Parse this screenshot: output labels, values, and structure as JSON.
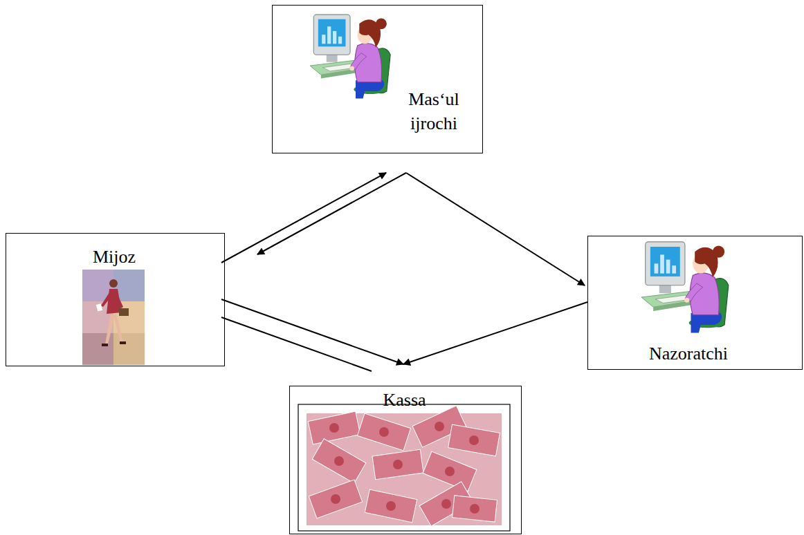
{
  "diagram": {
    "nodes": [
      {
        "text": [
          "Mas‘ul ijrochi"
        ]
      },
      {
        "text": [
          "Mijoz"
        ]
      },
      {
        "text": [
          "Nazoratchi"
        ]
      },
      {
        "text": [
          "Kassa"
        ]
      }
    ],
    "edges": [
      {
        "from": 1,
        "to": 0,
        "arrow": "to"
      },
      {
        "from": 0,
        "to": 1,
        "arrow": "to"
      },
      {
        "from": 0,
        "to": 2,
        "arrow": "to"
      },
      {
        "from": 1,
        "to": 3,
        "arrow": "to"
      },
      {
        "from": 1,
        "to": 3,
        "arrow": "none"
      },
      {
        "from": 2,
        "to": 3,
        "arrow": "to"
      }
    ]
  }
}
